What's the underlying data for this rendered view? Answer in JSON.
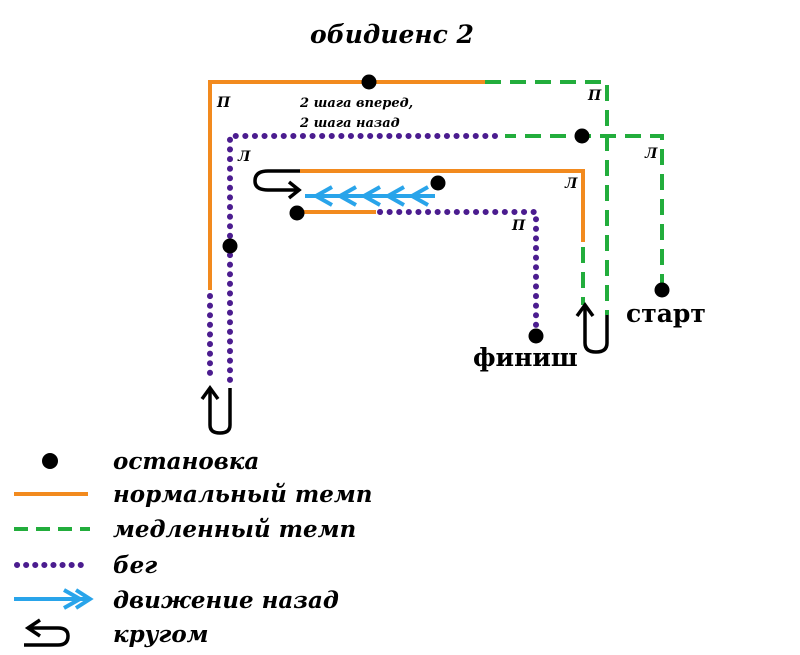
{
  "title": "обидиенс 2",
  "labels": {
    "right_top": "П",
    "right_mid": "П",
    "right_inner": "П",
    "left_a": "Л",
    "left_b": "Л",
    "left_c": "Л",
    "note_line1": "2 шага вперед,",
    "note_line2": "2 шага назад",
    "start": "старт",
    "finish": "финиш"
  },
  "legend": [
    {
      "key": "stop",
      "label": "остановка"
    },
    {
      "key": "normal",
      "label": "нормальный темп"
    },
    {
      "key": "slow",
      "label": "медленный темп"
    },
    {
      "key": "run",
      "label": "бег"
    },
    {
      "key": "back",
      "label": "движение назад"
    },
    {
      "key": "turn",
      "label": "кругом"
    }
  ],
  "colors": {
    "normal": "#f28a1e",
    "slow": "#22ad3c",
    "run": "#4b1c8f",
    "back": "#29a4ea",
    "stop": "#000000"
  }
}
